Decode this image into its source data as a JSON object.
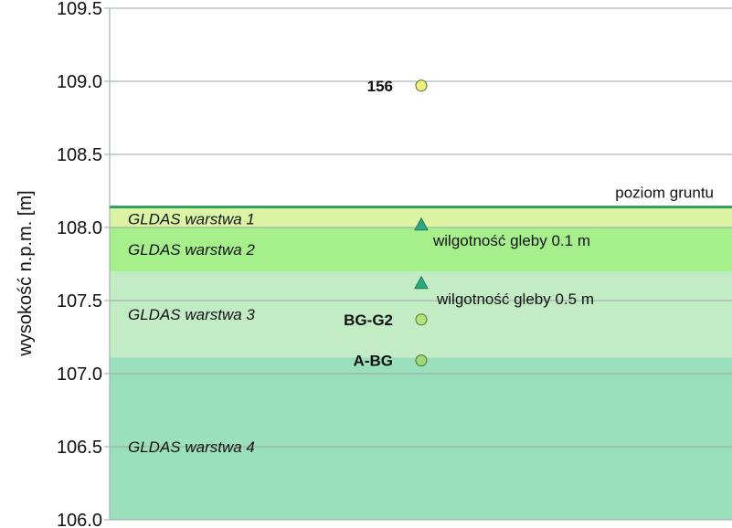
{
  "chart_data": {
    "type": "scatter",
    "ylabel": "wysokość n.p.m. [m]",
    "ylim": [
      106.0,
      109.5
    ],
    "y_ticks": [
      "106.0",
      "106.5",
      "107.0",
      "107.5",
      "108.0",
      "108.5",
      "109.0",
      "109.5"
    ],
    "grid": true,
    "colors": {
      "layer1": "#dcf5a4",
      "layer2": "#a6f08c",
      "layer3": "#c2ecc4",
      "layer4": "#9be0bc",
      "ground_line": "#2e9e5e",
      "grid": "#9aa8a0",
      "point_yellow": "#f2f07a",
      "point_green": "#b4e27a",
      "point_green2": "#9ed878",
      "triangle": "#2fa882"
    },
    "layers": [
      {
        "name": "GLDAS warstwa 1",
        "top": 108.14,
        "bottom": 108.0,
        "color": "#dcf5a4"
      },
      {
        "name": "GLDAS warstwa 2",
        "top": 108.0,
        "bottom": 107.7,
        "color": "#a6f08c"
      },
      {
        "name": "GLDAS warstwa 3",
        "top": 107.7,
        "bottom": 107.11,
        "color": "#c2ecc4"
      },
      {
        "name": "GLDAS warstwa 4",
        "top": 107.11,
        "bottom": 106.0,
        "color": "#9be0bc"
      }
    ],
    "ground_level": {
      "label": "poziom gruntu",
      "y": 108.14
    },
    "points": [
      {
        "label": "156",
        "y": 108.97,
        "marker": "circle",
        "color": "#f2f07a"
      },
      {
        "label": "BG-G2",
        "y": 107.37,
        "marker": "circle",
        "color": "#b4e27a"
      },
      {
        "label": "A-BG",
        "y": 107.09,
        "marker": "circle",
        "color": "#9ed878"
      },
      {
        "label": "wilgotność gleby 0.1 m",
        "y": 108.02,
        "marker": "triangle",
        "color": "#2fa882"
      },
      {
        "label": "wilgotność gleby 0.5 m",
        "y": 107.62,
        "marker": "triangle",
        "color": "#2fa882"
      }
    ]
  }
}
